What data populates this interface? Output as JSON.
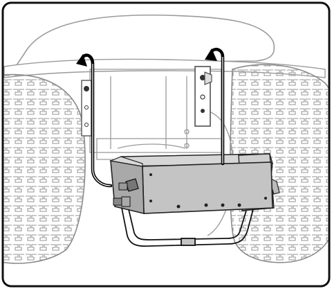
{
  "illustration": {
    "style": "technical-line-drawing",
    "subject": "weight-bracket-install-rear-of-tractor",
    "colors": {
      "frame_stroke": "#111111",
      "line": "#1a1a1a",
      "light_line": "#9a9a9a",
      "tire_pattern": "#aaaaaa",
      "bracket_fill": "#c9c9c9",
      "bracket_dark": "#7d7d7d",
      "arrow": "#000000",
      "background": "#ffffff"
    },
    "arrows": [
      {
        "name": "left-install-arrow",
        "direction": "down-then-up"
      },
      {
        "name": "right-install-arrow",
        "direction": "down-then-up"
      }
    ]
  }
}
